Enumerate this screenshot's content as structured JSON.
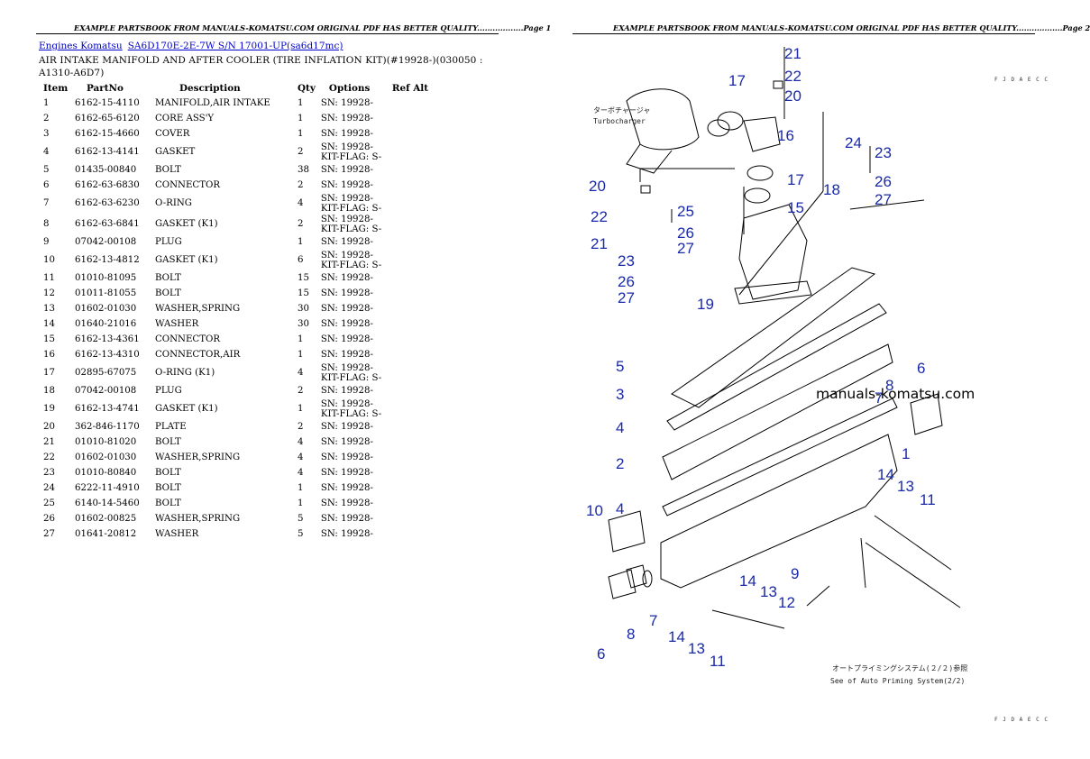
{
  "header": {
    "left": "EXAMPLE PARTSBOOK FROM MANUALS-KOMATSU.COM ORIGINAL PDF HAS BETTER QUALITY..................Page 1",
    "right": "EXAMPLE PARTSBOOK FROM MANUALS-KOMATSU.COM ORIGINAL PDF HAS BETTER QUALITY..................Page 2"
  },
  "breadcrumb": {
    "link1": "Engines Komatsu",
    "link2": "SA6D170E-2E-7W S/N 17001-UP(sa6d17mc)"
  },
  "title": "AIR INTAKE MANIFOLD AND AFTER COOLER (TIRE INFLATION KIT)(#19928-)(030050 : A1310-A6D7)",
  "columns": {
    "item": "Item",
    "partno": "PartNo",
    "description": "Description",
    "qty": "Qty",
    "options": "Options",
    "refalt": "Ref Alt"
  },
  "rows": [
    {
      "item": "1",
      "partno": "6162-15-4110",
      "desc": "MANIFOLD,AIR INTAKE",
      "qty": "1",
      "opt": "SN: 19928-",
      "opt2": ""
    },
    {
      "item": "2",
      "partno": "6162-65-6120",
      "desc": "CORE ASS'Y",
      "qty": "1",
      "opt": "SN: 19928-",
      "opt2": ""
    },
    {
      "item": "3",
      "partno": "6162-15-4660",
      "desc": "COVER",
      "qty": "1",
      "opt": "SN: 19928-",
      "opt2": ""
    },
    {
      "item": "4",
      "partno": "6162-13-4141",
      "desc": "GASKET",
      "qty": "2",
      "opt": "SN: 19928-",
      "opt2": "KIT-FLAG: S-"
    },
    {
      "item": "5",
      "partno": "01435-00840",
      "desc": "BOLT",
      "qty": "38",
      "opt": "SN: 19928-",
      "opt2": ""
    },
    {
      "item": "6",
      "partno": "6162-63-6830",
      "desc": "CONNECTOR",
      "qty": "2",
      "opt": "SN: 19928-",
      "opt2": ""
    },
    {
      "item": "7",
      "partno": "6162-63-6230",
      "desc": "O-RING",
      "qty": "4",
      "opt": "SN: 19928-",
      "opt2": "KIT-FLAG: S-"
    },
    {
      "item": "8",
      "partno": "6162-63-6841",
      "desc": "GASKET (K1)",
      "qty": "2",
      "opt": "SN: 19928-",
      "opt2": "KIT-FLAG: S-"
    },
    {
      "item": "9",
      "partno": "07042-00108",
      "desc": "PLUG",
      "qty": "1",
      "opt": "SN: 19928-",
      "opt2": ""
    },
    {
      "item": "10",
      "partno": "6162-13-4812",
      "desc": "GASKET (K1)",
      "qty": "6",
      "opt": "SN: 19928-",
      "opt2": "KIT-FLAG: S-"
    },
    {
      "item": "11",
      "partno": "01010-81095",
      "desc": "BOLT",
      "qty": "15",
      "opt": "SN: 19928-",
      "opt2": ""
    },
    {
      "item": "12",
      "partno": "01011-81055",
      "desc": "BOLT",
      "qty": "15",
      "opt": "SN: 19928-",
      "opt2": ""
    },
    {
      "item": "13",
      "partno": "01602-01030",
      "desc": "WASHER,SPRING",
      "qty": "30",
      "opt": "SN: 19928-",
      "opt2": ""
    },
    {
      "item": "14",
      "partno": "01640-21016",
      "desc": "WASHER",
      "qty": "30",
      "opt": "SN: 19928-",
      "opt2": ""
    },
    {
      "item": "15",
      "partno": "6162-13-4361",
      "desc": "CONNECTOR",
      "qty": "1",
      "opt": "SN: 19928-",
      "opt2": ""
    },
    {
      "item": "16",
      "partno": "6162-13-4310",
      "desc": "CONNECTOR,AIR",
      "qty": "1",
      "opt": "SN: 19928-",
      "opt2": ""
    },
    {
      "item": "17",
      "partno": "02895-67075",
      "desc": "O-RING (K1)",
      "qty": "4",
      "opt": "SN: 19928-",
      "opt2": "KIT-FLAG: S-"
    },
    {
      "item": "18",
      "partno": "07042-00108",
      "desc": "PLUG",
      "qty": "2",
      "opt": "SN: 19928-",
      "opt2": ""
    },
    {
      "item": "19",
      "partno": "6162-13-4741",
      "desc": "GASKET (K1)",
      "qty": "1",
      "opt": "SN: 19928-",
      "opt2": "KIT-FLAG: S-"
    },
    {
      "item": "20",
      "partno": "362-846-1170",
      "desc": "PLATE",
      "qty": "2",
      "opt": "SN: 19928-",
      "opt2": ""
    },
    {
      "item": "21",
      "partno": "01010-81020",
      "desc": "BOLT",
      "qty": "4",
      "opt": "SN: 19928-",
      "opt2": ""
    },
    {
      "item": "22",
      "partno": "01602-01030",
      "desc": "WASHER,SPRING",
      "qty": "4",
      "opt": "SN: 19928-",
      "opt2": ""
    },
    {
      "item": "23",
      "partno": "01010-80840",
      "desc": "BOLT",
      "qty": "4",
      "opt": "SN: 19928-",
      "opt2": ""
    },
    {
      "item": "24",
      "partno": "6222-11-4910",
      "desc": "BOLT",
      "qty": "1",
      "opt": "SN: 19928-",
      "opt2": ""
    },
    {
      "item": "25",
      "partno": "6140-14-5460",
      "desc": "BOLT",
      "qty": "1",
      "opt": "SN: 19928-",
      "opt2": ""
    },
    {
      "item": "26",
      "partno": "01602-00825",
      "desc": "WASHER,SPRING",
      "qty": "5",
      "opt": "SN: 19928-",
      "opt2": ""
    },
    {
      "item": "27",
      "partno": "01641-20812",
      "desc": "WASHER",
      "qty": "5",
      "opt": "SN: 19928-",
      "opt2": ""
    }
  ],
  "diagram": {
    "watermark": "manuals-komatsu.com",
    "turbo_jp": "ターボチャージャ",
    "turbo_en": "Turbocharger",
    "see_jp": "オートプライミングシステム(２/２)参照",
    "see_en": "See of Auto Priming System(2/2)",
    "code_top": "F J D A E C C",
    "code_bot": "F J D A E C C",
    "callout_color": "#1a2aa8"
  }
}
